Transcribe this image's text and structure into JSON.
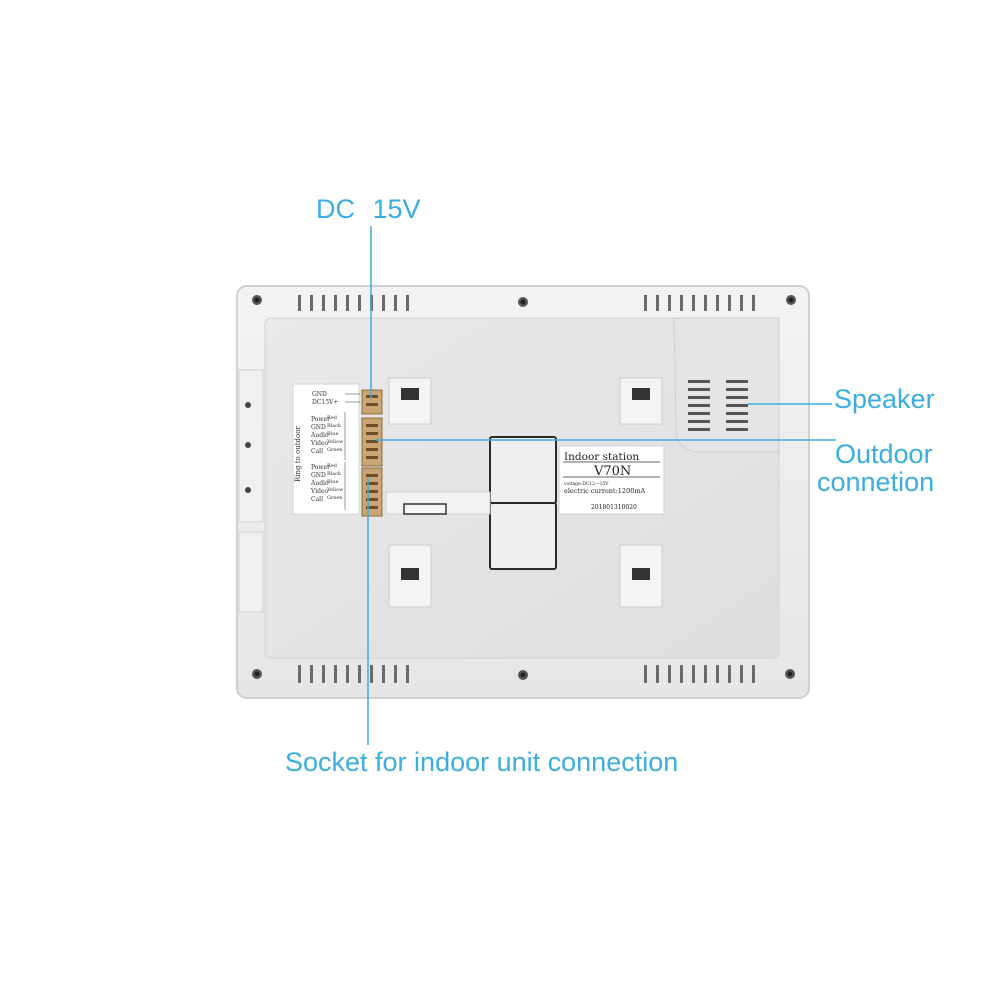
{
  "callouts": {
    "dc": "DC  15V",
    "speaker": "Speaker",
    "outdoor_line1": "Outdoor",
    "outdoor_line2": "connetion",
    "socket": "Socket for indoor unit connection"
  },
  "wiring_label": {
    "top_rows": [
      "GND",
      "DC15V+"
    ],
    "side_text": "Ring to outdoor",
    "group1": [
      {
        "name": "Power",
        "color": "Red"
      },
      {
        "name": "GND",
        "color": "Black"
      },
      {
        "name": "Audio",
        "color": "Blue"
      },
      {
        "name": "Video",
        "color": "Yellow"
      },
      {
        "name": "Call",
        "color": "Green"
      }
    ],
    "group2": [
      {
        "name": "Power",
        "color": "Red"
      },
      {
        "name": "GND",
        "color": "Black"
      },
      {
        "name": "Audio",
        "color": "Blue"
      },
      {
        "name": "Video",
        "color": "Yellow"
      },
      {
        "name": "Call",
        "color": "Green"
      }
    ]
  },
  "product_sticker": {
    "title": "Indoor station",
    "model": "V70N",
    "voltage": "voltage:DC12---15V",
    "current": "electric current:1200mA",
    "serial": "201801310020"
  },
  "colors": {
    "accent": "#3aaee0",
    "device_body": "#ececec",
    "device_inner": "#e2e2e2"
  }
}
